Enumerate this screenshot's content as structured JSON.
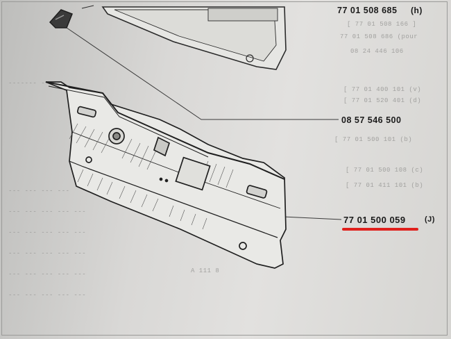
{
  "parts": {
    "top_ref": "77 01 508 685",
    "top_ref_suffix": "(h)",
    "mid_ref": "08 57 546 500",
    "bottom_ref": "77 01 500 059",
    "bottom_ref_suffix": "(J)"
  },
  "highlight_color": "#e0201c"
}
